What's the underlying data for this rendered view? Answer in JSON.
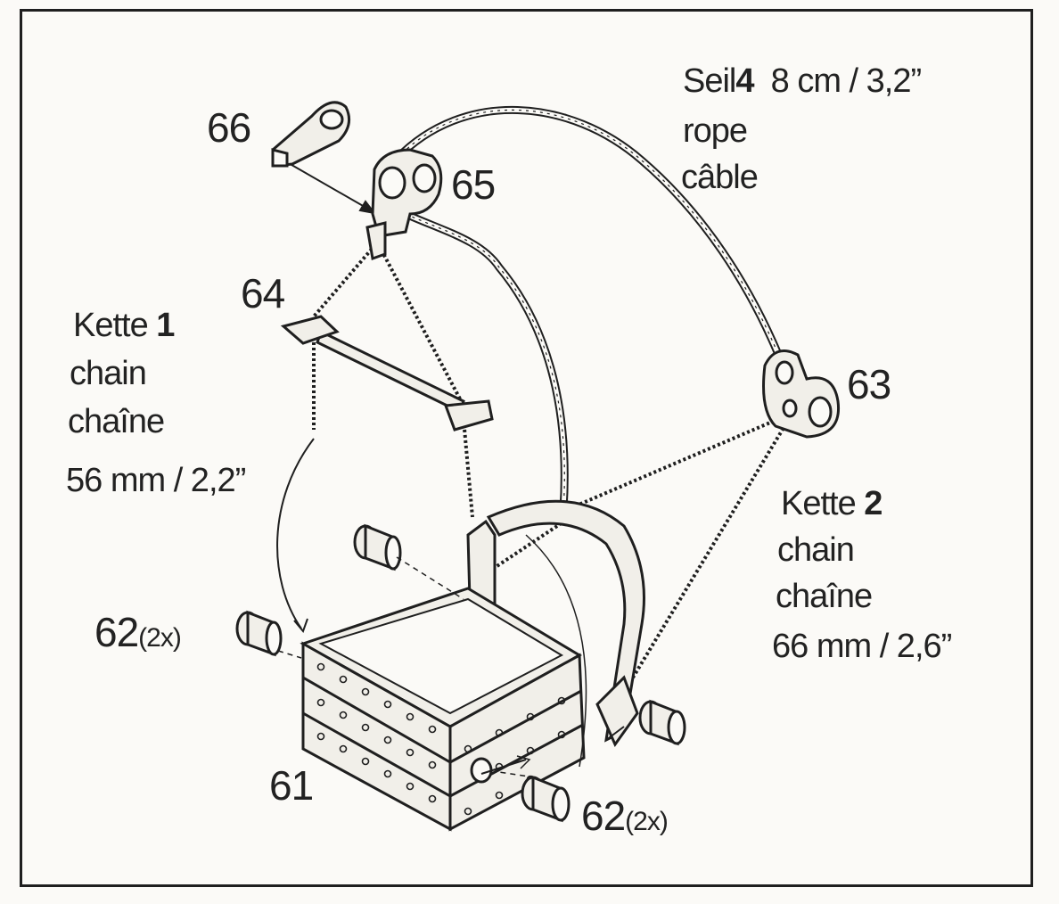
{
  "parts": {
    "p66": "66",
    "p65": "65",
    "p64": "64",
    "p63": "63",
    "p61": "61",
    "p62_left": "62",
    "p62_left_qty": "(2x)",
    "p62_bottom": "62",
    "p62_bottom_qty": "(2x)"
  },
  "rope": {
    "word_de": "Seil",
    "number": "4",
    "length": "8 cm / 3,2”",
    "word_en": "rope",
    "word_fr": "câble"
  },
  "chain1": {
    "word_de": "Kette",
    "number": "1",
    "word_en": "chain",
    "word_fr": "chaîne",
    "length": "56 mm / 2,2”"
  },
  "chain2": {
    "word_de": "Kette",
    "number": "2",
    "word_en": "chain",
    "word_fr": "chaîne",
    "length": "66 mm / 2,6”"
  },
  "colors": {
    "ink": "#1f1f1f",
    "paper": "#fbfaf7",
    "fill": "#f1efe9"
  }
}
